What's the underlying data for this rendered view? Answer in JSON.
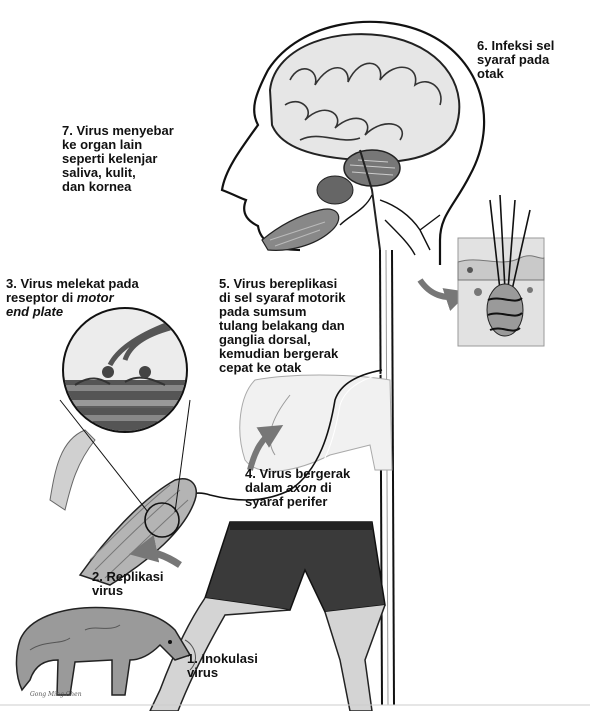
{
  "labels": {
    "step6": {
      "l1": "6. Infeksi sel",
      "l2": "syaraf pada",
      "l3": "otak"
    },
    "step7": {
      "l1": "7. Virus menyebar",
      "l2": "ke organ lain",
      "l3": "seperti kelenjar",
      "l4": "saliva, kulit,",
      "l5": "dan kornea"
    },
    "step3": {
      "l1": "3. Virus melekat pada",
      "l2a": "reseptor di ",
      "l2b": "motor",
      "l3": "end plate"
    },
    "step5": {
      "l1": "5. Virus bereplikasi",
      "l2": "di sel syaraf motorik",
      "l3": "pada sumsum",
      "l4": "tulang belakang dan",
      "l5": "ganglia dorsal,",
      "l6": "kemudian bergerak",
      "l7": "cepat ke otak"
    },
    "step4": {
      "l1": "4. Virus bergerak",
      "l2a": "dalam ",
      "l2b": "axon",
      "l2c": " di",
      "l3": "syaraf perifer"
    },
    "step2": {
      "l1": "2. Replikasi",
      "l2": "virus"
    },
    "step1": {
      "l1": "1. Inokulasi",
      "l2": "virus"
    }
  },
  "credit": "Gong Ming Chen",
  "colors": {
    "line": "#111111",
    "shade_dark": "#3a3a3a",
    "shade_mid": "#8a8a8a",
    "shade_light": "#c8c8c8",
    "arrow": "#777777"
  },
  "icons": [
    "brain-illustration",
    "head-profile",
    "spinal-cord",
    "skin-hair-follicle",
    "motor-end-plate-magnifier",
    "muscle",
    "dog",
    "human-leg",
    "shorts"
  ]
}
